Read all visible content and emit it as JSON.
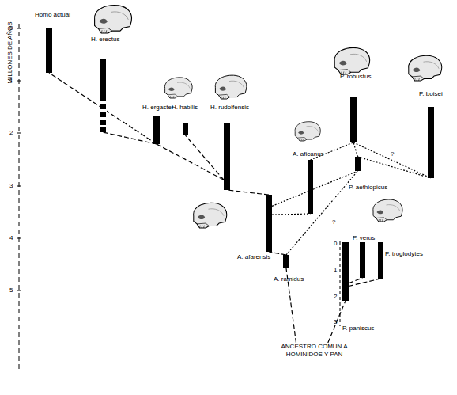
{
  "diagram": {
    "nodes": [
      {
        "text": [
          "Homo actual"
        ]
      },
      {
        "text": [
          "H. erectus"
        ]
      },
      {
        "text": [
          "H. ergaster"
        ]
      },
      {
        "text": [
          "H. habilis"
        ]
      },
      {
        "text": [
          "H. rudolfensis"
        ]
      },
      {
        "text": [
          "P. robustus"
        ]
      },
      {
        "text": [
          "P. boisei"
        ]
      },
      {
        "text": [
          "A. aficanus"
        ]
      },
      {
        "text": [
          "P. aethiopicus"
        ]
      },
      {
        "text": [
          "A. afarensis"
        ]
      },
      {
        "text": [
          "P. verus"
        ]
      },
      {
        "text": [
          "P. troglodytes"
        ]
      },
      {
        "text": [
          "A. ramidus"
        ]
      },
      {
        "text": [
          "P. paniscus"
        ]
      },
      {
        "text": [
          "ANCESTRO COMUN A HOMINIDOS Y PAN"
        ]
      }
    ],
    "edges": [
      {
        "from": 2,
        "to": 0,
        "arrow": "none"
      },
      {
        "from": 2,
        "to": 1,
        "arrow": "none"
      },
      {
        "from": 4,
        "to": 2,
        "arrow": "none"
      },
      {
        "from": 4,
        "to": 3,
        "arrow": "none"
      },
      {
        "from": 9,
        "to": 4,
        "arrow": "none"
      },
      {
        "from": 9,
        "to": 7,
        "arrow": "none"
      },
      {
        "from": 9,
        "to": 8,
        "arrow": "none"
      },
      {
        "from": 12,
        "to": 9,
        "arrow": "none"
      },
      {
        "from": 12,
        "to": 8,
        "arrow": "none"
      },
      {
        "from": 7,
        "to": 5,
        "arrow": "none"
      },
      {
        "from": 8,
        "to": 5,
        "arrow": "none"
      },
      {
        "from": 8,
        "to": 6,
        "arrow": "none"
      },
      {
        "from": 5,
        "to": 6,
        "arrow": "none"
      },
      {
        "from": 14,
        "to": 12,
        "arrow": "none"
      },
      {
        "from": 14,
        "to": 13,
        "arrow": "none"
      },
      {
        "from": 13,
        "to": 10,
        "arrow": "none"
      },
      {
        "from": 13,
        "to": 11,
        "arrow": "none"
      }
    ],
    "labels": [
      "MILLONES DE AÑOS",
      "0",
      "1",
      "2",
      "3",
      "4",
      "5",
      "0",
      "1",
      "2",
      "3",
      "?",
      "?",
      "?"
    ]
  }
}
